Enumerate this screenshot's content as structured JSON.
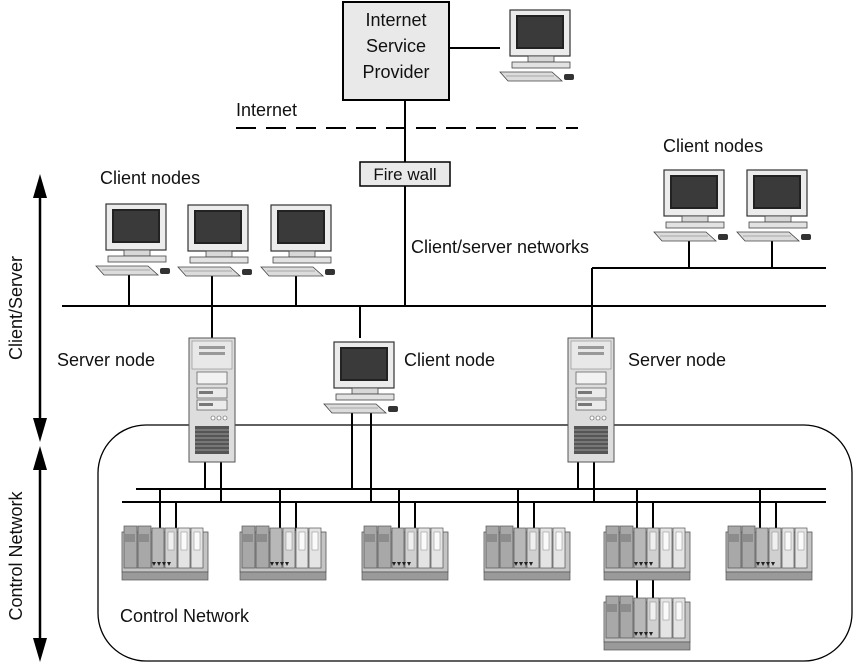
{
  "isp": {
    "line1": "Internet",
    "line2": "Service",
    "line3": "Provider"
  },
  "internet_label": "Internet",
  "firewall_label": "Fire wall",
  "client_nodes_left_label": "Client nodes",
  "client_nodes_right_label": "Client nodes",
  "client_server_networks_label": "Client/server networks",
  "server_node_left_label": "Server node",
  "client_node_center_label": "Client node",
  "server_node_right_label": "Server node",
  "control_network_label": "Control Network",
  "side_labels": {
    "upper": "Client/Server",
    "lower": "Control Network"
  },
  "icons": [
    "desktop-computer-icon",
    "server-tower-icon",
    "controller-rack-icon",
    "double-arrow-icon"
  ]
}
